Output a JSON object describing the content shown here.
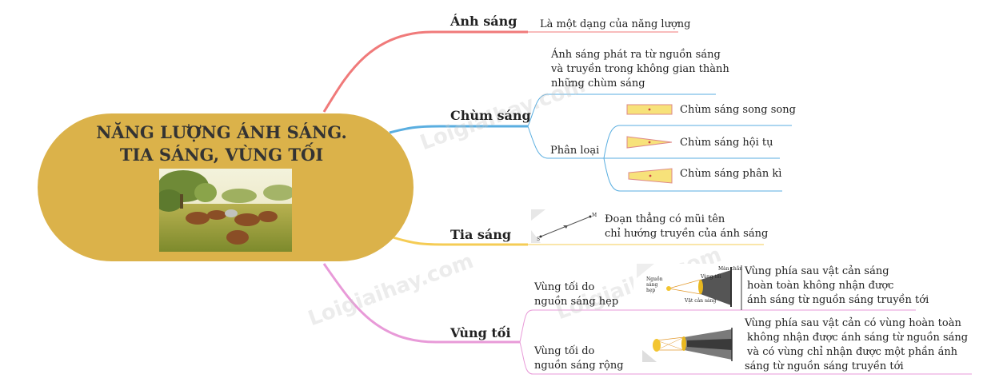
{
  "central": {
    "title_line1": "NĂNG LƯỢNG ÁNH SÁNG.",
    "title_line2": "TIA SÁNG, VÙNG TỐI",
    "image": "cows-in-meadow-photo"
  },
  "branches": {
    "anh_sang": {
      "label": "Ánh sáng",
      "desc": "Là một dạng của năng lượng",
      "color": "#f07a7a"
    },
    "chum_sang": {
      "label": "Chùm sáng",
      "def_line1": "Ánh sáng phát ra từ nguồn sáng",
      "def_line2": "và truyền trong không gian thành",
      "def_line3": "những chùm sáng",
      "classify": "Phân loại",
      "types": [
        "Chùm sáng song song",
        "Chùm sáng hội tụ",
        "Chùm sáng phân kì"
      ],
      "color": "#5aaee0"
    },
    "tia_sang": {
      "label": "Tia sáng",
      "desc_line1": "Đoạn thẳng có mũi tên",
      "desc_line2": "chỉ hướng truyền của ánh sáng",
      "point_start": "S",
      "point_end": "M",
      "color": "#f5cc55"
    },
    "vung_toi": {
      "label": "Vùng tối",
      "narrow_line1": "Vùng tối do",
      "narrow_line2": "nguồn sáng hẹp",
      "narrow_desc_line1": "Vùng phía sau vật cản sáng",
      "narrow_desc_line2": "hoàn toàn không nhận được",
      "narrow_desc_line3": "ánh sáng từ nguồn sáng truyền tới",
      "wide_line1": "Vùng tối do",
      "wide_line2": "nguồn sáng rộng",
      "wide_desc_line1": "Vùng phía sau vật cản có vùng hoàn toàn",
      "wide_desc_line2": "không nhận được ánh sáng từ nguồn sáng",
      "wide_desc_line3": "và có vùng chỉ nhận được một phần ánh",
      "wide_desc_line4": "sáng từ nguồn sáng truyền tới",
      "color": "#e89ad8"
    }
  },
  "figure_labels": {
    "narrow_source": "Nguồn sáng hẹp",
    "obstacle": "Vật cản sáng",
    "shadow": "Vùng tối",
    "screen": "Màn chắn"
  },
  "watermark": "Loigiaihay.com"
}
